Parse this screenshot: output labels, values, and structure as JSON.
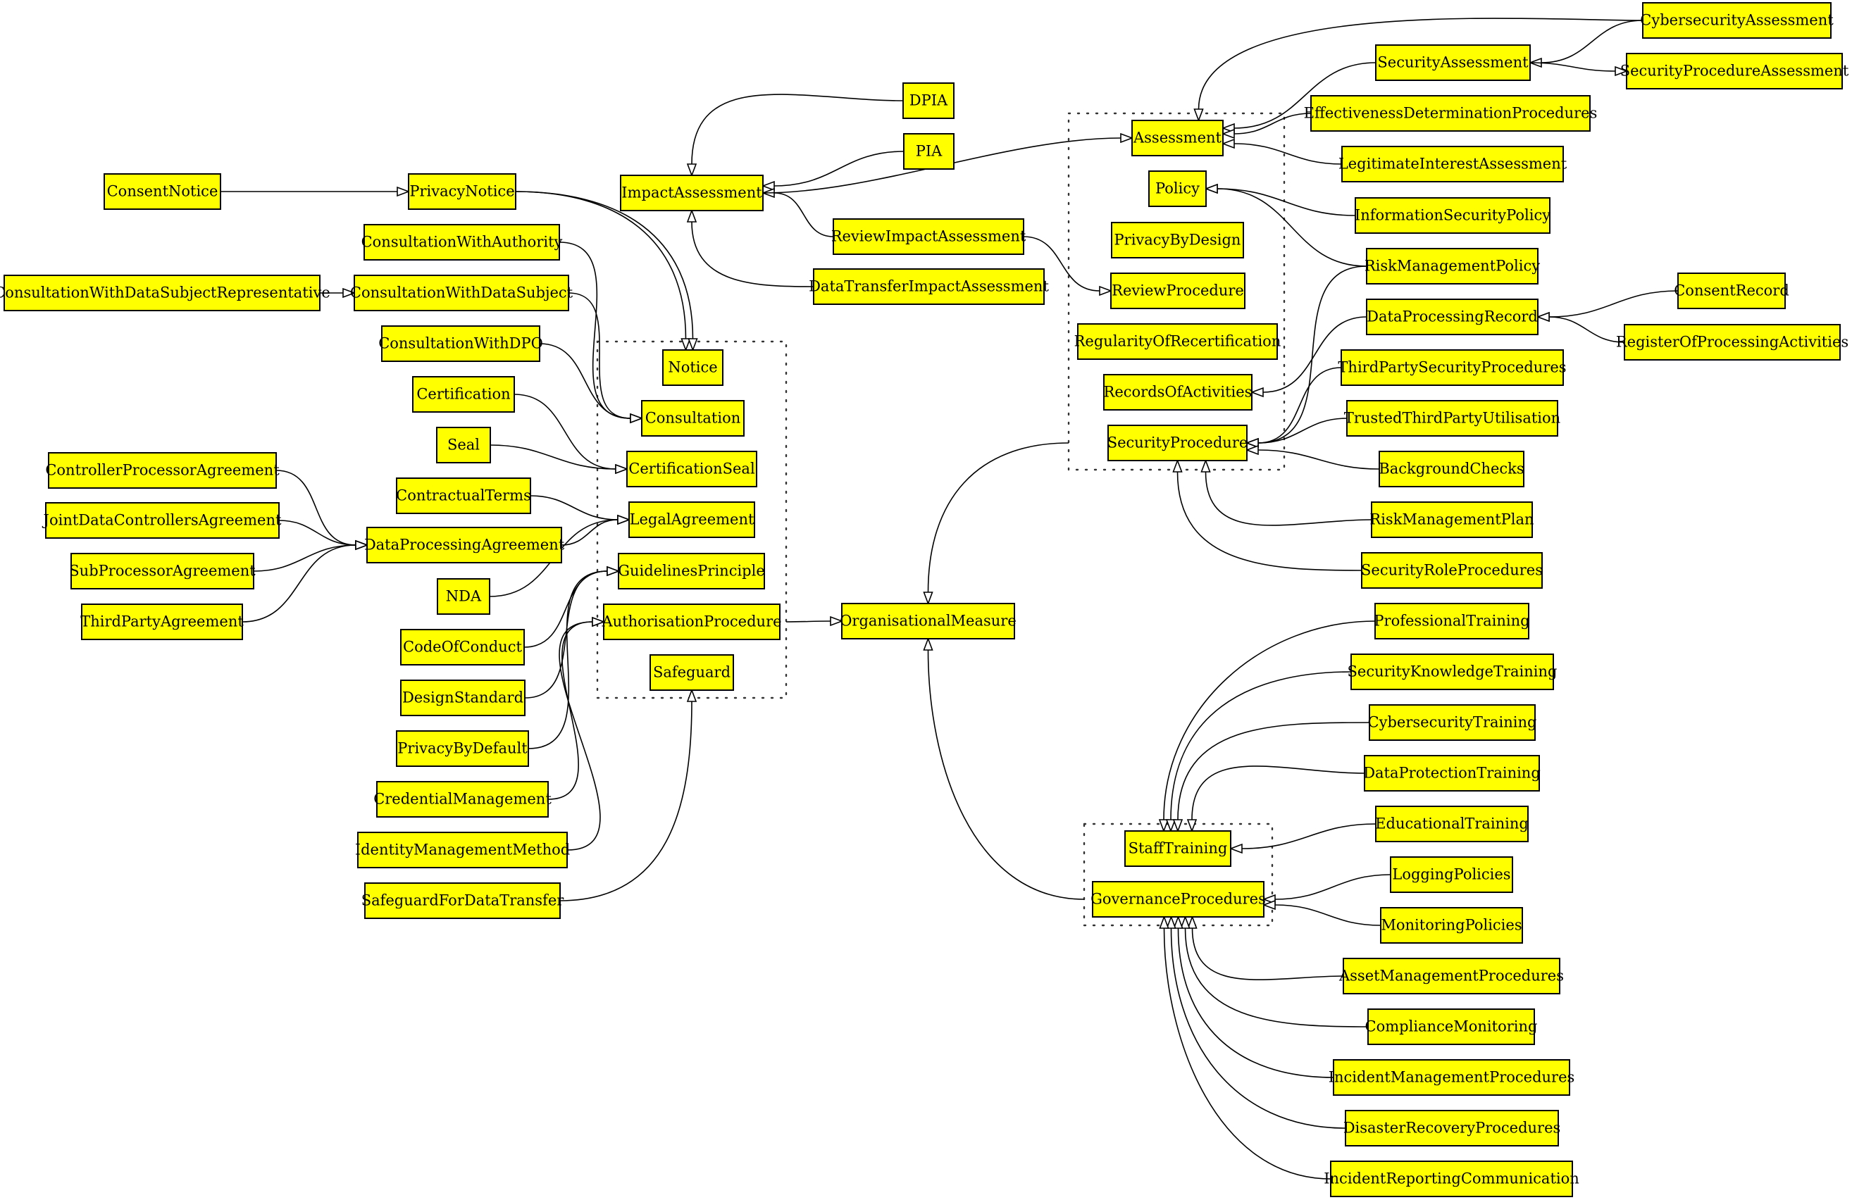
{
  "colors": {
    "node_fill": "#ffff00",
    "node_stroke": "#000000",
    "edge": "#000000"
  },
  "nodes": {
    "ConsentNotice": "ConsentNotice",
    "PrivacyNotice": "PrivacyNotice",
    "ConsultationWithAuthority": "ConsultationWithAuthority",
    "ConsultationWithDataSubjectRepresentative": "ConsultationWithDataSubjectRepresentative",
    "ConsultationWithDataSubject": "ConsultationWithDataSubject",
    "ConsultationWithDPO": "ConsultationWithDPO",
    "Certification": "Certification",
    "Seal": "Seal",
    "ContractualTerms": "ContractualTerms",
    "ControllerProcessorAgreement": "ControllerProcessorAgreement",
    "JointDataControllersAgreement": "JointDataControllersAgreement",
    "DataProcessingAgreement": "DataProcessingAgreement",
    "SubProcessorAgreement": "SubProcessorAgreement",
    "ThirdPartyAgreement": "ThirdPartyAgreement",
    "NDA": "NDA",
    "CodeOfConduct": "CodeOfConduct",
    "DesignStandard": "DesignStandard",
    "PrivacyByDefault": "PrivacyByDefault",
    "CredentialManagement": "CredentialManagement",
    "IdentityManagementMethod": "IdentityManagementMethod",
    "SafeguardForDataTransfer": "SafeguardForDataTransfer",
    "Notice": "Notice",
    "Consultation": "Consultation",
    "CertificationSeal": "CertificationSeal",
    "LegalAgreement": "LegalAgreement",
    "GuidelinesPrinciple": "GuidelinesPrinciple",
    "AuthorisationProcedure": "AuthorisationProcedure",
    "Safeguard": "Safeguard",
    "ImpactAssessment": "ImpactAssessment",
    "DPIA": "DPIA",
    "PIA": "PIA",
    "ReviewImpactAssessment": "ReviewImpactAssessment",
    "DataTransferImpactAssessment": "DataTransferImpactAssessment",
    "OrganisationalMeasure": "OrganisationalMeasure",
    "Assessment": "Assessment",
    "Policy": "Policy",
    "PrivacyByDesign": "PrivacyByDesign",
    "ReviewProcedure": "ReviewProcedure",
    "RegularityOfRecertification": "RegularityOfRecertification",
    "RecordsOfActivities": "RecordsOfActivities",
    "SecurityProcedure": "SecurityProcedure",
    "CybersecurityAssessment": "CybersecurityAssessment",
    "SecurityAssessment": "SecurityAssessment",
    "SecurityProcedureAssessment": "SecurityProcedureAssessment",
    "EffectivenessDeterminationProcedures": "EffectivenessDeterminationProcedures",
    "LegitimateInterestAssessment": "LegitimateInterestAssessment",
    "InformationSecurityPolicy": "InformationSecurityPolicy",
    "RiskManagementPolicy": "RiskManagementPolicy",
    "DataProcessingRecord": "DataProcessingRecord",
    "ConsentRecord": "ConsentRecord",
    "RegisterOfProcessingActivities": "RegisterOfProcessingActivities",
    "ThirdPartySecurityProcedures": "ThirdPartySecurityProcedures",
    "TrustedThirdPartyUtilisation": "TrustedThirdPartyUtilisation",
    "BackgroundChecks": "BackgroundChecks",
    "RiskManagementPlan": "RiskManagementPlan",
    "SecurityRoleProcedures": "SecurityRoleProcedures",
    "ProfessionalTraining": "ProfessionalTraining",
    "SecurityKnowledgeTraining": "SecurityKnowledgeTraining",
    "CybersecurityTraining": "CybersecurityTraining",
    "DataProtectionTraining": "DataProtectionTraining",
    "EducationalTraining": "EducationalTraining",
    "StaffTraining": "StaffTraining",
    "GovernanceProcedures": "GovernanceProcedures",
    "LoggingPolicies": "LoggingPolicies",
    "MonitoringPolicies": "MonitoringPolicies",
    "AssetManagementProcedures": "AssetManagementProcedures",
    "ComplianceMonitoring": "ComplianceMonitoring",
    "IncidentManagementProcedures": "IncidentManagementProcedures",
    "DisasterRecoveryProcedures": "DisasterRecoveryProcedures",
    "IncidentReportingCommunication": "IncidentReportingCommunication"
  }
}
